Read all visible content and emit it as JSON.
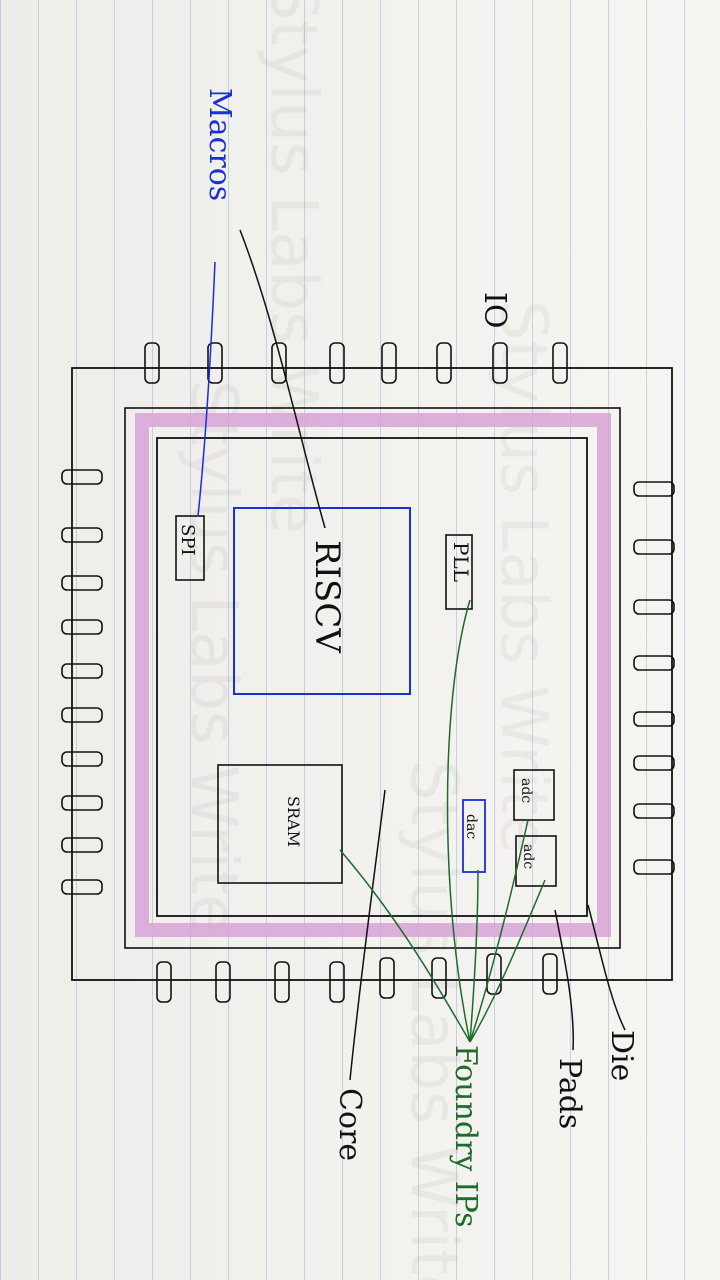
{
  "watermark": "Stylus Labs Write",
  "labels": {
    "macros": "Macros",
    "io": "IO",
    "die": "Die",
    "pads": "Pads",
    "core": "Core",
    "foundry_ips": "Foundry IPs"
  },
  "blocks": {
    "pll": "PLL",
    "riscv": "RISCV",
    "spi": "SPI",
    "sram": "SRAM",
    "adc1": "adc",
    "adc2": "adc",
    "dac": "dac"
  },
  "colors": {
    "ink": "#111111",
    "blue": "#1a2fd6",
    "green": "#1e6b2a",
    "pink": "#d4a0d4"
  }
}
